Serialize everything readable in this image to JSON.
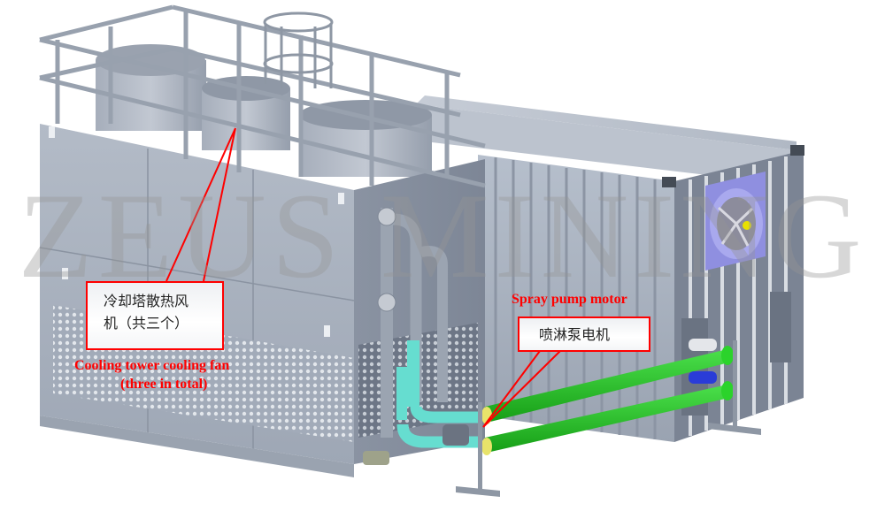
{
  "diagram": {
    "subject": "Container cooling tower with spray pump",
    "watermark": "ZEUS MINING",
    "colors": {
      "callout_border": "#ff0000",
      "label_text": "#ff0000",
      "tower_body": "#a9b2c0",
      "container_body": "#9aa3b2",
      "pipe_green": "#22cc22",
      "pipe_cyan": "#66ddd0",
      "fan_blue": "#8f8fe0",
      "fan_hub": "#e8e000"
    },
    "callouts": [
      {
        "id": "cooling-fan",
        "chinese_line1": "冷却塔散热风",
        "chinese_line2": "机（共三个）",
        "english_line1": "Cooling tower cooling fan",
        "english_line2": "(three in total)"
      },
      {
        "id": "spray-pump",
        "chinese": "喷淋泵电机",
        "english": "Spray pump motor"
      }
    ]
  }
}
